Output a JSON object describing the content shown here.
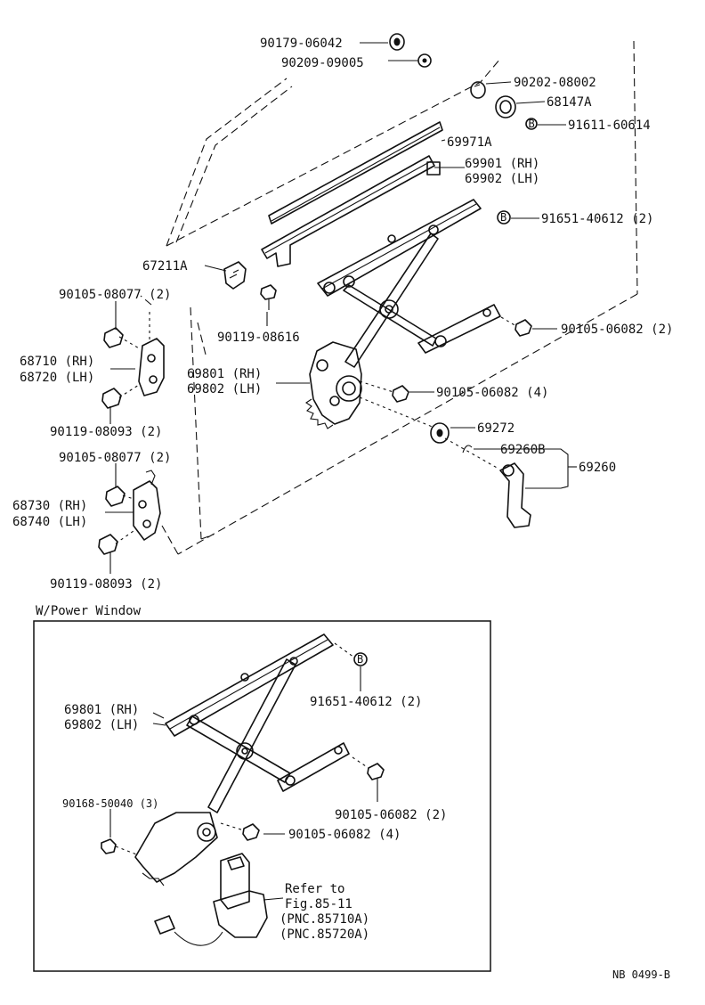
{
  "labels": {
    "p90179": "90179-06042",
    "p90209": "90209-09005",
    "p90202": "90202-08002",
    "p68147": "68147A",
    "p91611": "91611-60614",
    "p69971": "69971A",
    "p69901": "69901 (RH)",
    "p69902": "69902 (LH)",
    "p91651a": "91651-40612 (2)",
    "p67211": "67211A",
    "p90105a": "90105-08077 (2)",
    "p90119a": "90119-08616",
    "p90105b": "90105-06082 (2)",
    "p68710": "68710 (RH)",
    "p68720": "68720 (LH)",
    "p69801a": "69801 (RH)",
    "p69802a": "69802 (LH)",
    "p90105c": "90105-06082 (4)",
    "p90119b": "90119-08093 (2)",
    "p69272": "69272",
    "p69260b": "69260B",
    "p69260": "69260",
    "p90105d": "90105-08077 (2)",
    "p68730": "68730 (RH)",
    "p68740": "68740 (LH)",
    "p90119c": "90119-08093 (2)",
    "power_title": "W/Power Window",
    "p69801b": "69801 (RH)",
    "p69802b": "69802 (LH)",
    "p91651b": "91651-40612 (2)",
    "p90168": "90168-50040 (3)",
    "p90105e": "90105-06082 (2)",
    "p90105f": "90105-06082 (4)",
    "refer1": "Refer to",
    "refer2": "Fig.85-11",
    "refer3": "(PNC.85710A)",
    "refer4": "(PNC.85720A)",
    "fig_code": "NB 0499-B"
  }
}
